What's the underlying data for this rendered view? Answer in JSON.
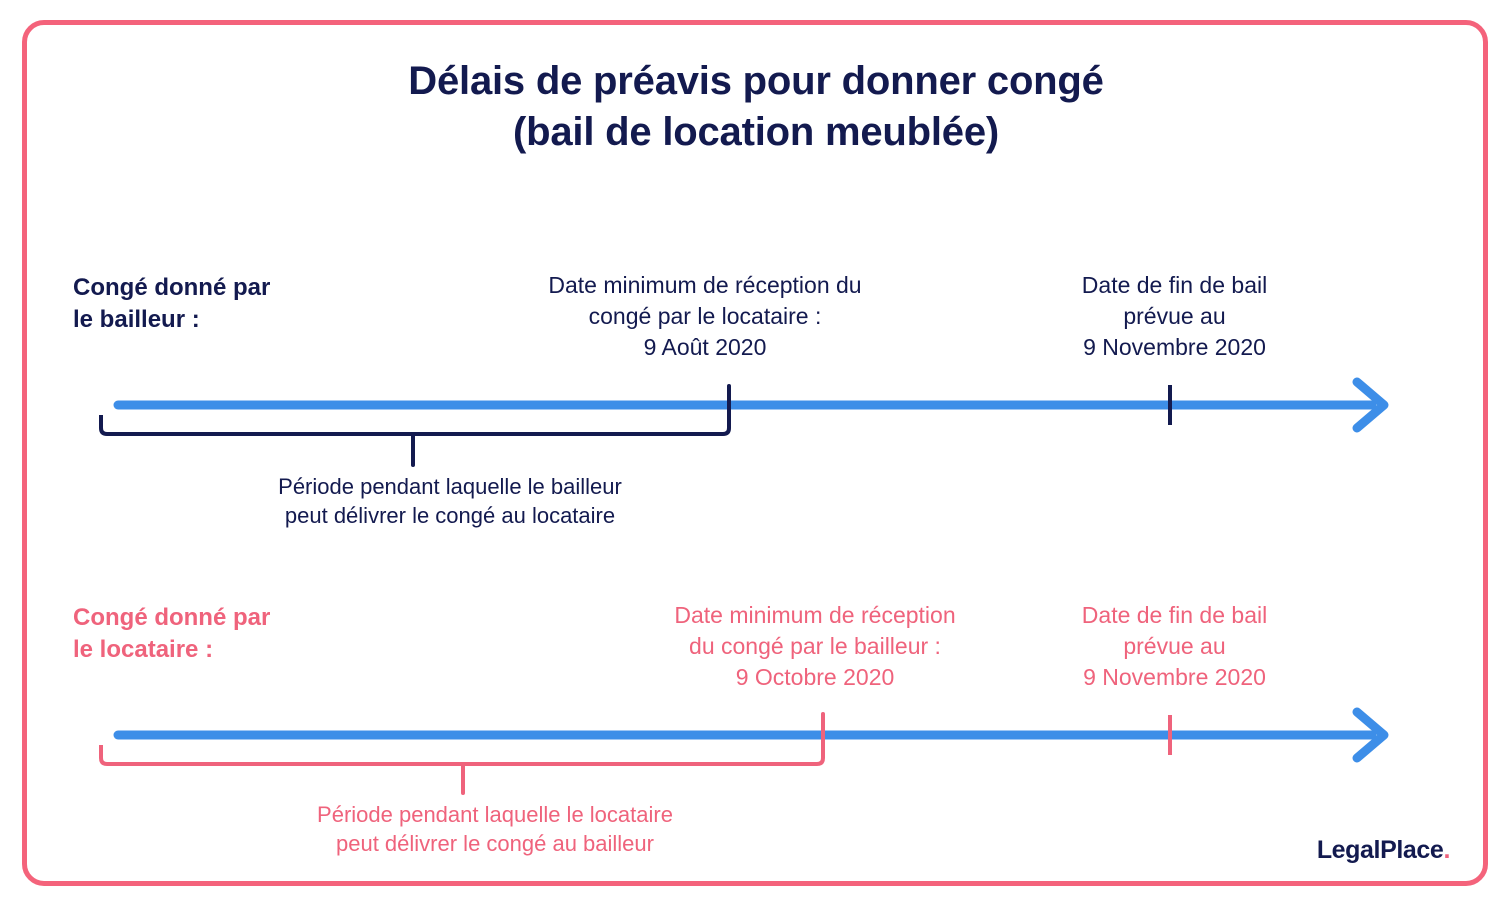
{
  "title": {
    "line1": "Délais de préavis pour donner congé",
    "line2": "(bail de location meublée)"
  },
  "colors": {
    "navy": "#131a4f",
    "pink": "#ef637c",
    "frame_pink": "#f4637b",
    "timeline_blue": "#3d8ee8",
    "background": "#ffffff"
  },
  "sections": [
    {
      "id": "bailleur",
      "color_name": "navy",
      "side_label": "Congé donné par\nle locataire :",
      "side_label_text": "Congé donné par\nle bailleur :",
      "milestone_mid": "Date minimum de réception du\ncongé par le locataire :\n9 Août 2020",
      "milestone_mid_date": "9 Août 2020",
      "milestone_end": "Date de fin de bail\nprévue au\n9 Novembre 2020",
      "milestone_end_date": "9 Novembre 2020",
      "bracket_caption": "Période pendant laquelle le bailleur\npeut délivrer le congé au locataire"
    },
    {
      "id": "locataire",
      "color_name": "pink",
      "side_label_text": "Congé donné par\nle locataire :",
      "milestone_mid": "Date minimum de réception\ndu congé par le bailleur :\n9 Octobre 2020",
      "milestone_mid_date": "9 Octobre 2020",
      "milestone_end": "Date de fin de bail\nprévue au\n9 Novembre 2020",
      "milestone_end_date": "9 Novembre 2020",
      "bracket_caption": "Période pendant laquelle le locataire\npeut délivrer le congé au bailleur"
    }
  ],
  "logo": {
    "name": "LegalPlace",
    "dot": "."
  }
}
